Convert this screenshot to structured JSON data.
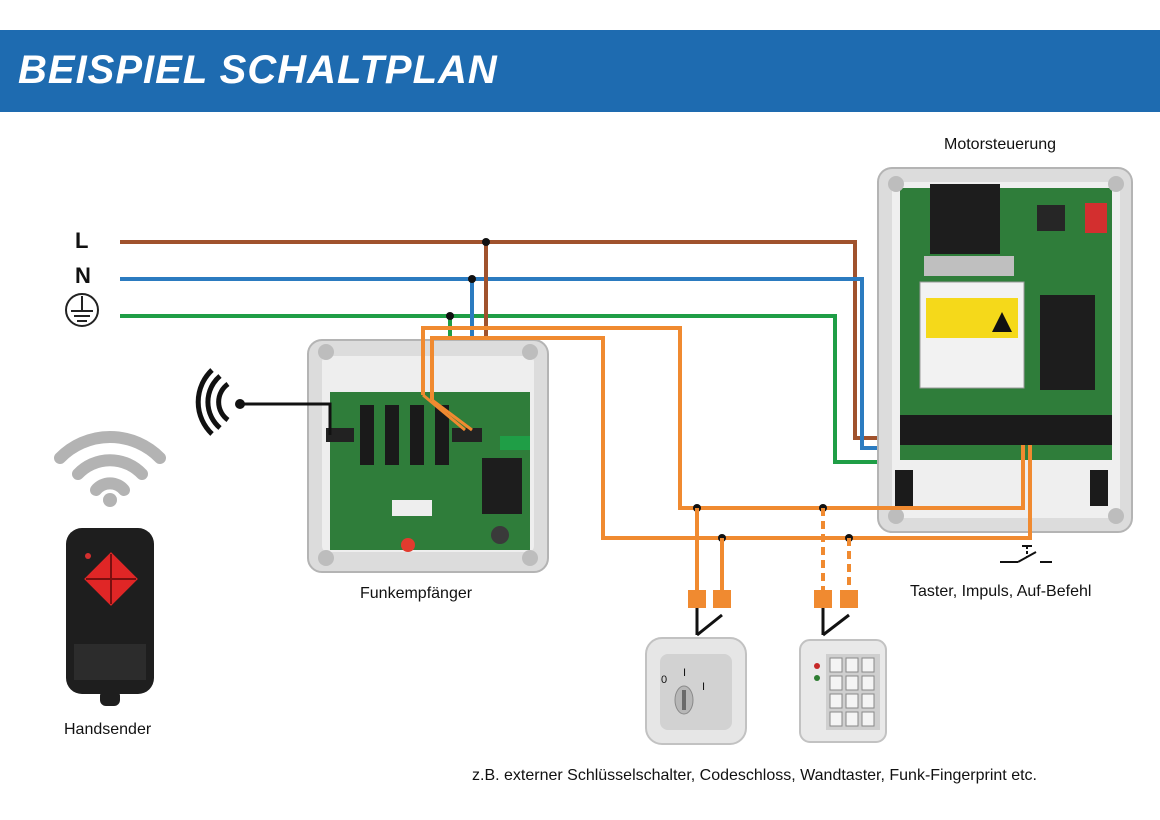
{
  "banner": {
    "title": "BEISPIEL SCHALTPLAN"
  },
  "lines": {
    "live": "L",
    "neutral": "N"
  },
  "labels": {
    "motor_control": "Motorsteuerung",
    "radio_receiver": "Funkempfänger",
    "handheld_transmitter": "Handsender",
    "button": "Taster, Impuls, Auf-Befehl",
    "external": "z.B. externer Schlüsselschalter, Codeschloss, Wandtaster, Funk-Fingerprint etc."
  },
  "key_switch": {
    "pos_zero": "0",
    "pos_one": "I",
    "pos_one_b": "I"
  },
  "colors": {
    "live_wire": "#a0522d",
    "neutral_wire": "#2b7bc0",
    "earth_wire": "#1f9e46",
    "signal_wire": "#f08a30",
    "banner": "#1e6bb0",
    "pcb": "#2f7d3a"
  }
}
